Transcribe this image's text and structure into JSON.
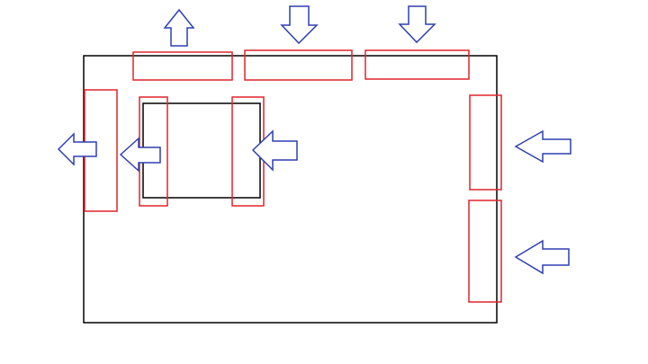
{
  "colors": {
    "background": "#ffffff",
    "frame": "#000000",
    "region": "#e0232a",
    "arrow": "#2f3fb0"
  },
  "diagram": {
    "elements": [
      {
        "name": "outer-frame",
        "kind": "frame"
      },
      {
        "name": "inner-frame",
        "kind": "frame"
      },
      {
        "name": "region-top-left",
        "kind": "region"
      },
      {
        "name": "region-top-center",
        "kind": "region"
      },
      {
        "name": "region-top-right",
        "kind": "region"
      },
      {
        "name": "region-outer-left",
        "kind": "region"
      },
      {
        "name": "region-inner-left",
        "kind": "region"
      },
      {
        "name": "region-inner-right",
        "kind": "region"
      },
      {
        "name": "region-right-upper",
        "kind": "region"
      },
      {
        "name": "region-right-lower",
        "kind": "region"
      },
      {
        "name": "arrow-up-icon",
        "kind": "arrow",
        "direction": "up"
      },
      {
        "name": "arrow-down-icon",
        "kind": "arrow",
        "direction": "down"
      },
      {
        "name": "arrow-down-icon",
        "kind": "arrow",
        "direction": "down"
      },
      {
        "name": "arrow-left-icon",
        "kind": "arrow",
        "direction": "left"
      },
      {
        "name": "arrow-left-icon",
        "kind": "arrow",
        "direction": "left"
      },
      {
        "name": "arrow-left-icon",
        "kind": "arrow",
        "direction": "left"
      },
      {
        "name": "arrow-left-icon",
        "kind": "arrow",
        "direction": "left"
      },
      {
        "name": "arrow-left-icon",
        "kind": "arrow",
        "direction": "left"
      }
    ]
  }
}
